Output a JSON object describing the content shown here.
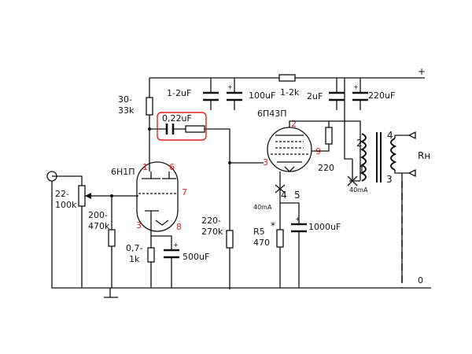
{
  "rails": {
    "plus": "+",
    "zero": "0"
  },
  "power": {
    "r_drop_value": "30-\n33k",
    "c_a_value": "1-2uF",
    "c_b_value": "100uF",
    "r_series_value": "1-2k",
    "c_c_value": "2uF",
    "c_d_value": "220uF"
  },
  "coupling": {
    "cap_value": "0,22uF"
  },
  "tube1": {
    "name": "6Н1П",
    "pins": [
      "1",
      "6",
      "7",
      "3",
      "8"
    ]
  },
  "tube2": {
    "name": "6П43П",
    "pins": [
      "2",
      "3",
      "9",
      "4",
      "5"
    ],
    "screen_r_value": "220"
  },
  "volume": {
    "value": "22-\n100k"
  },
  "grid_r": {
    "value": "200-\n470k"
  },
  "cathode1": {
    "r_value": "0,7-\n1k",
    "c_value": "500uF"
  },
  "grid_r2": {
    "value": "220-\n270k"
  },
  "cathode2": {
    "r_label": "R5",
    "r_value": "470",
    "c_value": "1000uF",
    "current": "40mA",
    "mark": "*"
  },
  "transformer": {
    "pins": [
      "2",
      "4",
      "1",
      "3"
    ],
    "load": "Rн",
    "current": "40mA"
  },
  "colors": {
    "ink": "#111111",
    "annotation": "#e02020"
  }
}
